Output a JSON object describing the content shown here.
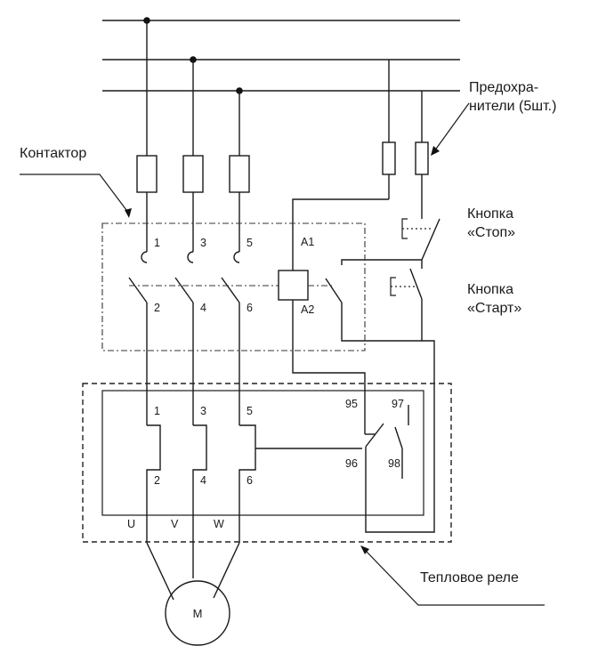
{
  "labels": {
    "contactor": "Контактор",
    "fuses_line1": "Предохра-",
    "fuses_line2": "нители (5шт.)",
    "stop_line1": "Кнопка",
    "stop_line2": "«Стоп»",
    "start_line1": "Кнопка",
    "start_line2": "«Старт»",
    "thermal_relay": "Тепловое реле"
  },
  "contactor_pins": {
    "in": [
      "1",
      "3",
      "5"
    ],
    "out": [
      "2",
      "4",
      "6"
    ]
  },
  "coil_pins": {
    "a1": "A1",
    "a2": "A2"
  },
  "relay_pins": {
    "in": [
      "1",
      "3",
      "5"
    ],
    "out": [
      "2",
      "4",
      "6"
    ]
  },
  "relay_contacts": {
    "c95": "95",
    "c97": "97",
    "c96": "96",
    "c98": "98"
  },
  "phases": [
    "U",
    "V",
    "W"
  ],
  "motor": {
    "label": "M"
  }
}
